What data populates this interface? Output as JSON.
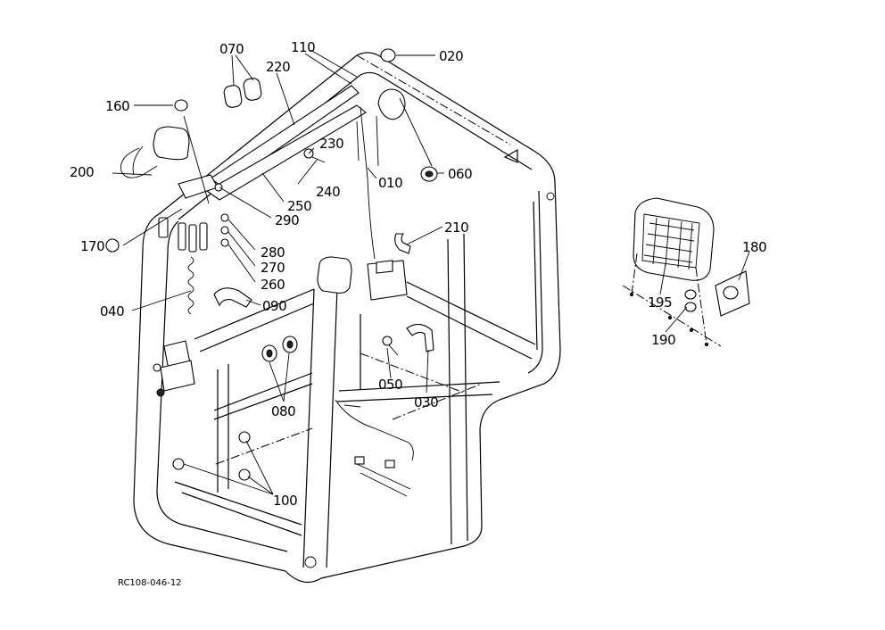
{
  "diagram": {
    "drawing_code": "RC108-046-12",
    "labels": {
      "p010": "010",
      "p020": "020",
      "p030": "030",
      "p040": "040",
      "p050": "050",
      "p060": "060",
      "p070": "070",
      "p080": "080",
      "p090": "090",
      "p100": "100",
      "p110": "110",
      "p160": "160",
      "p170": "170",
      "p180": "180",
      "p190": "190",
      "p195": "195",
      "p200": "200",
      "p210": "210",
      "p220": "220",
      "p230": "230",
      "p240": "240",
      "p250": "250",
      "p260": "260",
      "p270": "270",
      "p280": "280",
      "p290": "290"
    }
  }
}
